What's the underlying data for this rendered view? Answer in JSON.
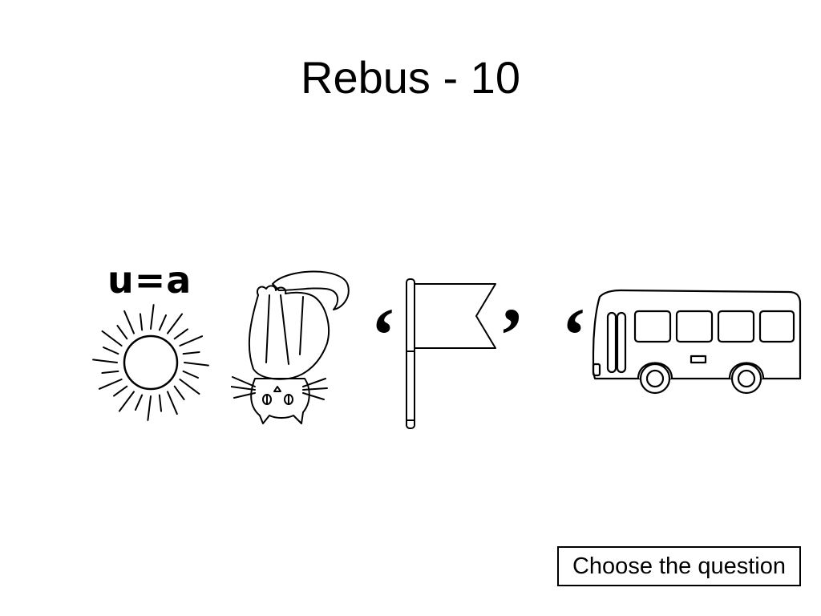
{
  "slide": {
    "title": "Rebus - 10"
  },
  "rebus": {
    "hint": "u=a",
    "quote_left_1": "‘",
    "quote_right_1": "’",
    "quote_left_2": "‘",
    "images": [
      "sun-icon",
      "cat-upside-down-icon",
      "flag-icon",
      "bus-icon"
    ]
  },
  "nav": {
    "choose_label": "Choose the question"
  }
}
